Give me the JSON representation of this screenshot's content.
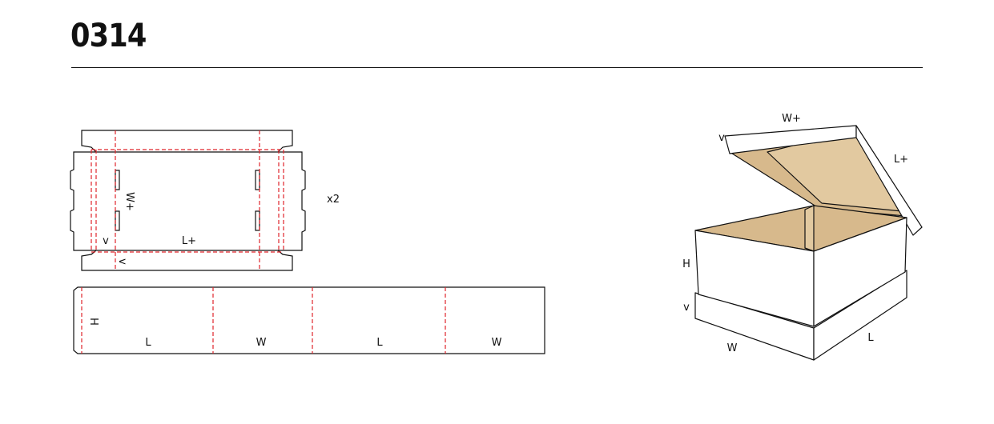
{
  "header": {
    "title": "0314"
  },
  "tray_blank": {
    "label_length": "L+",
    "label_width": "W+",
    "label_flap_side": "v",
    "label_flap_bottom": "v",
    "quantity": "x2"
  },
  "band_blank": {
    "label_height": "H",
    "panels": [
      "L",
      "W",
      "L",
      "W"
    ]
  },
  "box_view": {
    "label_lid_width": "W+",
    "label_lid_length": "L+",
    "label_lid_v": "v",
    "label_height": "H",
    "label_base_v": "v",
    "label_width": "W",
    "label_length": "L"
  },
  "colors": {
    "cut_line": "#111111",
    "crease_line": "#e0242b",
    "kraft_inside": "#d7b98c"
  }
}
